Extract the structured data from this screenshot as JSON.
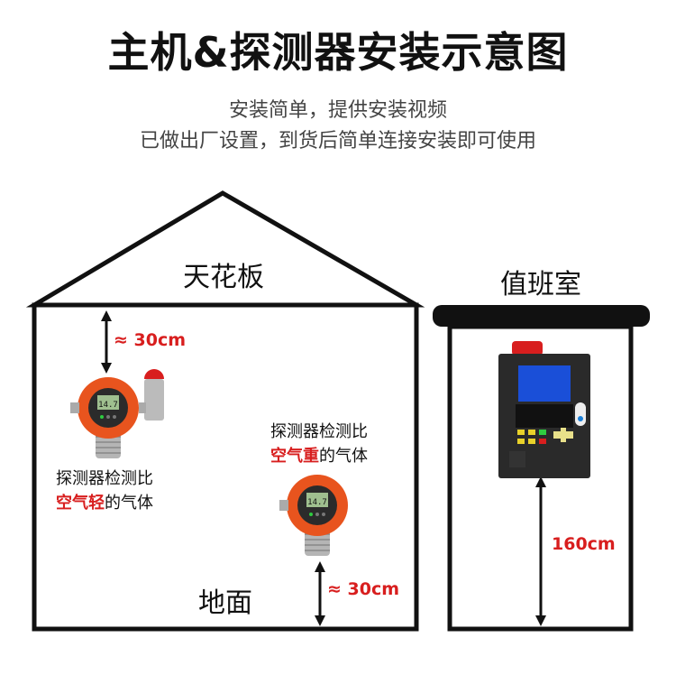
{
  "title": "主机&探测器安装示意图",
  "subtitle": [
    "安装简单，提供安装视频",
    "已做出厂设置，到货后简单连接安装即可使用"
  ],
  "house": {
    "ceiling_label": "天花板",
    "floor_label": "地面",
    "top_distance": "≈ 30cm",
    "bottom_distance": "≈ 30cm",
    "light_gas_note": {
      "line1": "探测器检测比",
      "highlight": "空气轻",
      "rest": "的气体"
    },
    "heavy_gas_note": {
      "line1": "探测器检测比",
      "highlight": "空气重",
      "rest": "的气体"
    },
    "detector_display": "14.7"
  },
  "duty_room": {
    "label": "值班室",
    "height": "160cm"
  },
  "colors": {
    "accent": "#d81e1e",
    "detector": "#e8541e",
    "controller": "#2a2a2a",
    "screen": "#1a4fd8"
  }
}
